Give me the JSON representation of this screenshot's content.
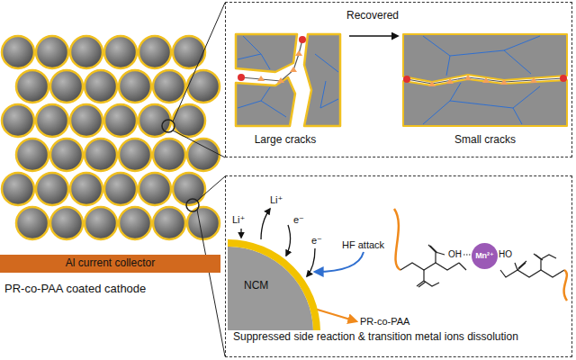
{
  "diagram": {
    "nodes": [
      {
        "text": [
          "Al current collector"
        ]
      },
      {
        "text": [
          "Large cracks",
          "Recovered",
          "Small cracks"
        ]
      },
      {
        "text": [
          "Suppressed side reaction & transition metal ions dissolution"
        ]
      },
      {
        "text": [
          "NCM"
        ],
        "in": 2
      },
      {
        "text": [
          "Mn²⁺"
        ],
        "in": 2
      }
    ],
    "labels": [
      "PR-co-PAA coated cathode",
      "Li⁺",
      "e⁻",
      "Li⁺",
      "e⁻",
      "HF attack",
      "PR-co-PAA",
      "OH",
      "HO"
    ]
  }
}
